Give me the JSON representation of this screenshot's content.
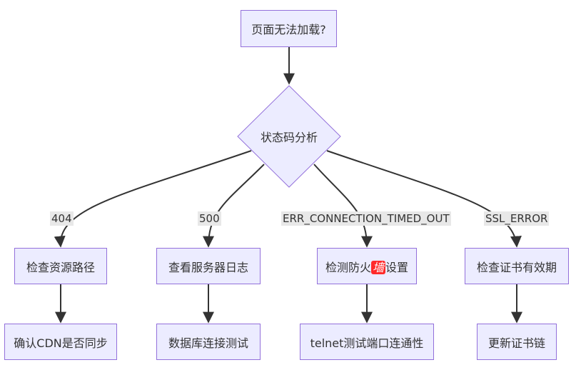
{
  "nodes": {
    "start": "页面无法加载?",
    "decision": "状态码分析",
    "n404": "检查资源路径",
    "n500": "查看服务器日志",
    "timeout_pre": "检测防火",
    "timeout_hl": "墙",
    "timeout_post": "设置",
    "ssl": "检查证书有效期",
    "n404_next": "确认CDN是否同步",
    "n500_next": "数据库连接测试",
    "timeout_next": "telnet测试端口连通性",
    "ssl_next": "更新证书链"
  },
  "edges": {
    "e404": "404",
    "e500": "500",
    "etimeout": "ERR_CONNECTION_TIMED_OUT",
    "essl": "SSL_ERROR"
  },
  "colors": {
    "node_fill": "#ececff",
    "node_stroke": "#9370db",
    "edge": "#333333",
    "label_bg": "#e8e8e8",
    "highlight": "#ff2a2a"
  }
}
